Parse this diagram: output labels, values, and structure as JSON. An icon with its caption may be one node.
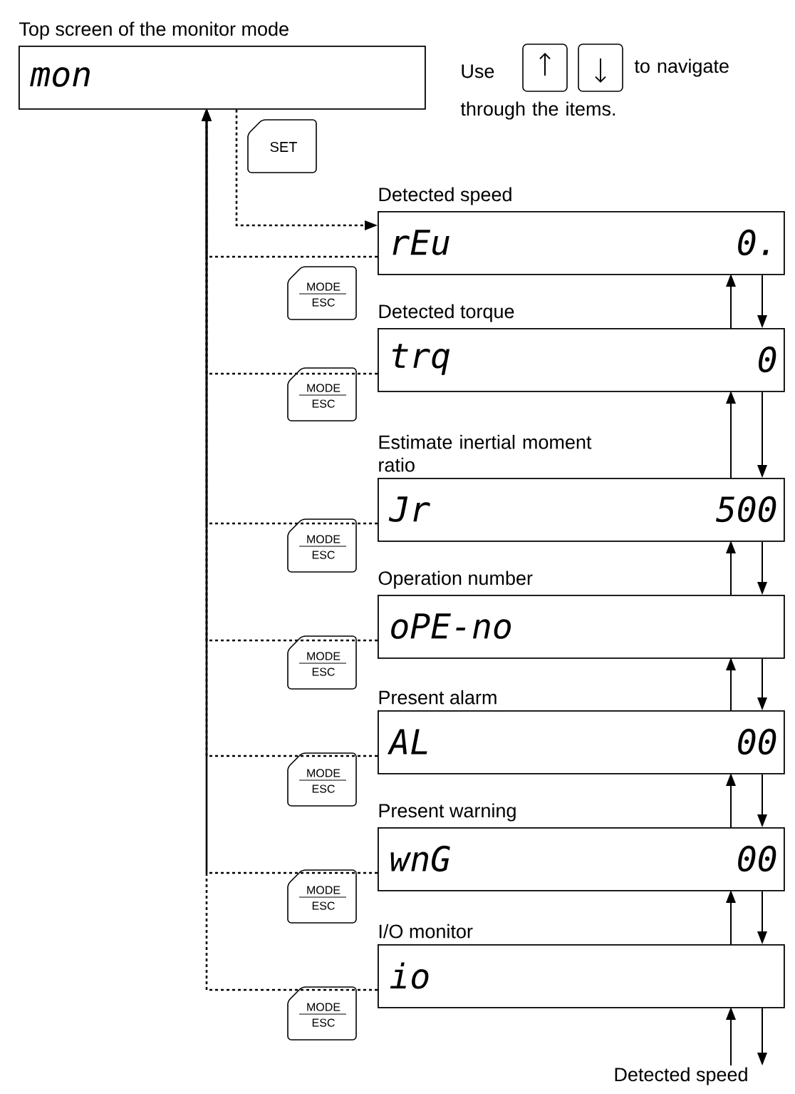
{
  "diagram": {
    "nodes": [
      {
        "text": [
          "Top screen of the monitor mode",
          "mon"
        ]
      },
      {
        "text": [
          "Detected speed",
          "rEu",
          "0."
        ]
      },
      {
        "text": [
          "Detected torque",
          "trq",
          "0"
        ]
      },
      {
        "text": [
          "Estimate inertial moment ratio",
          "Jr",
          "500"
        ]
      },
      {
        "text": [
          "Operation number",
          "oPE-no"
        ]
      },
      {
        "text": [
          "Present alarm",
          "AL",
          "00"
        ]
      },
      {
        "text": [
          "Present warning",
          "wnG",
          "00"
        ]
      },
      {
        "text": [
          "I/O monitor",
          "io"
        ]
      },
      {
        "text": [
          "Detected speed"
        ]
      }
    ],
    "edges": [
      {
        "from": 0,
        "to": 1,
        "arrow": "to",
        "style": "dashed"
      },
      {
        "from": 1,
        "to": 0,
        "arrow": "to",
        "style": "dashed"
      },
      {
        "from": 2,
        "to": 0,
        "arrow": "to",
        "style": "dashed"
      },
      {
        "from": 3,
        "to": 0,
        "arrow": "to",
        "style": "dashed"
      },
      {
        "from": 4,
        "to": 0,
        "arrow": "to",
        "style": "dashed"
      },
      {
        "from": 5,
        "to": 0,
        "arrow": "to",
        "style": "dashed"
      },
      {
        "from": 6,
        "to": 0,
        "arrow": "to",
        "style": "dashed"
      },
      {
        "from": 7,
        "to": 0,
        "arrow": "to",
        "style": "dashed"
      },
      {
        "from": 1,
        "to": 2,
        "arrow": "to"
      },
      {
        "from": 2,
        "to": 1,
        "arrow": "to"
      },
      {
        "from": 2,
        "to": 3,
        "arrow": "to"
      },
      {
        "from": 3,
        "to": 2,
        "arrow": "to"
      },
      {
        "from": 3,
        "to": 4,
        "arrow": "to"
      },
      {
        "from": 4,
        "to": 3,
        "arrow": "to"
      },
      {
        "from": 4,
        "to": 5,
        "arrow": "to"
      },
      {
        "from": 5,
        "to": 4,
        "arrow": "to"
      },
      {
        "from": 5,
        "to": 6,
        "arrow": "to"
      },
      {
        "from": 6,
        "to": 5,
        "arrow": "to"
      },
      {
        "from": 6,
        "to": 7,
        "arrow": "to"
      },
      {
        "from": 7,
        "to": 6,
        "arrow": "to"
      },
      {
        "from": 7,
        "to": 8,
        "arrow": "to"
      },
      {
        "from": 8,
        "to": 7,
        "arrow": "to"
      }
    ],
    "labels": [
      "Use",
      "to navigate through the items.",
      "SET",
      "MODE",
      "ESC",
      "MODE",
      "ESC",
      "MODE",
      "ESC",
      "MODE",
      "ESC",
      "MODE",
      "ESC",
      "MODE",
      "ESC",
      "MODE",
      "ESC"
    ]
  }
}
